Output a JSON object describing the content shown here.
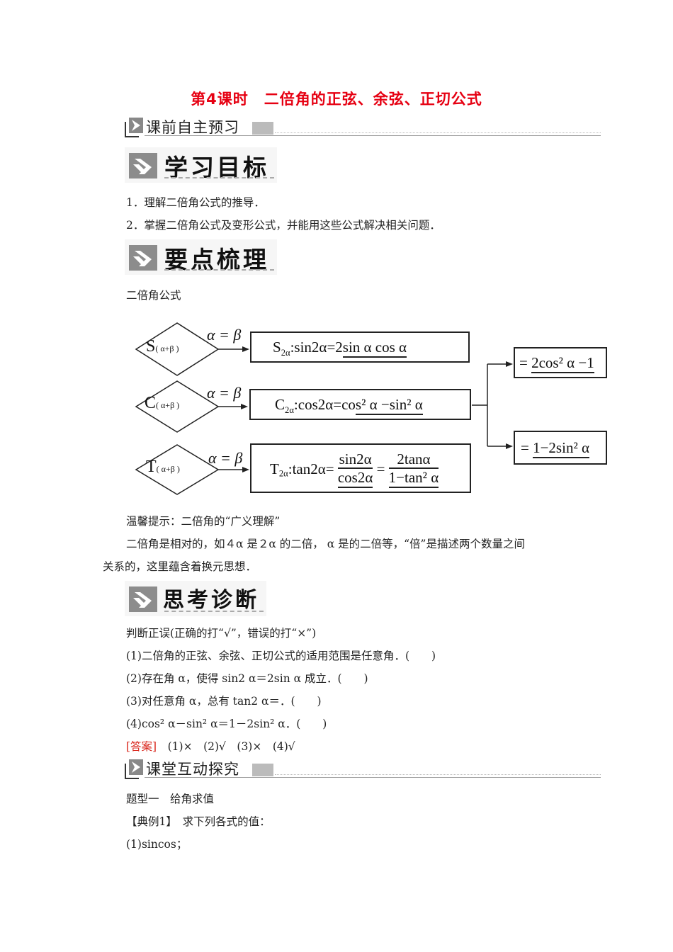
{
  "title": "第4课时　二倍角的正弦、余弦、正切公式",
  "section1": {
    "label": "课前自主预习"
  },
  "objectives": {
    "heading": "学习目标",
    "items": [
      "1．理解二倍角公式的推导．",
      "2．掌握二倍角公式及变形公式，并能用这些公式解决相关问题．"
    ]
  },
  "key_points": {
    "heading": "要点梳理",
    "intro": "二倍角公式"
  },
  "diagram": {
    "condition": "α = β",
    "sources": [
      {
        "letter": "S",
        "subscript": "( α+β )"
      },
      {
        "letter": "C",
        "subscript": "( α+β )"
      },
      {
        "letter": "T",
        "subscript": "( α+β )"
      }
    ],
    "sin_formula": {
      "name": "S",
      "sub": "2α",
      "lhs": ":sin2α=2",
      "answer": "sin α cos α"
    },
    "cos_formula": {
      "name": "C",
      "sub": "2α",
      "lhs": ":cos2α=co",
      "answer": "s² α −sin² α"
    },
    "tan_formula": {
      "name": "T",
      "sub": "2α",
      "lhs": ":tan2α=",
      "frac1_num": "sin2α",
      "frac1_den": "cos2α",
      "eq": "=",
      "frac2_num": "2tanα",
      "frac2_den": "1−tan² α"
    },
    "cos_variant1": {
      "prefix": "= ",
      "answer": "2cos² α −1"
    },
    "cos_variant2": {
      "prefix": "= ",
      "answer": "1−2sin² α"
    }
  },
  "tip": {
    "title": "温馨提示：二倍角的“广义理解”",
    "body_line1": "二倍角是相对的，如４α 是２α 的二倍， α 是的二倍等，“倍”是描述两个数量之间",
    "body_line2": "关系的，这里蕴含着换元思想．"
  },
  "diagnosis": {
    "heading": "思考诊断",
    "instruction": "判断正误(正确的打“√”，错误的打“×”)",
    "questions": [
      "(1)二倍角的正弦、余弦、正切公式的适用范围是任意角．(　　)",
      "(2)存在角 α，使得 sin2 α＝2sin α 成立．(　　)",
      "(3)对任意角 α，总有 tan2 α＝．(　　)",
      "(4)cos² α－sin² α＝1－2sin² α．(　　)"
    ],
    "answer_label": "[答案]",
    "answers": "(1)×　(2)√　(3)×　(4)√"
  },
  "section2": {
    "label": "课堂互动探究"
  },
  "example": {
    "type_heading": "题型一　给角求值",
    "label": "【典例1】　求下列各式的值：",
    "item1": "(1)sincos；"
  }
}
